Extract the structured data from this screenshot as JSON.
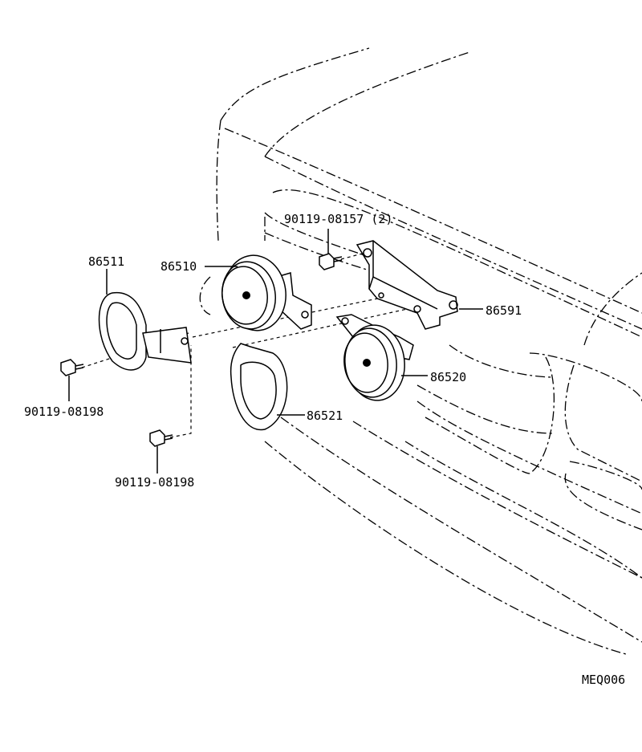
{
  "labels": {
    "p86511": "86511",
    "p86510": "86510",
    "p86591": "86591",
    "p86520": "86520",
    "p86521": "86521",
    "bolt_top": "90119-08157 (2)",
    "bolt_left": "90119-08198",
    "bolt_bottom": "90119-08198",
    "diagram_code": "MEQ006"
  },
  "colors": {
    "line": "#000000",
    "background": "#ffffff"
  }
}
